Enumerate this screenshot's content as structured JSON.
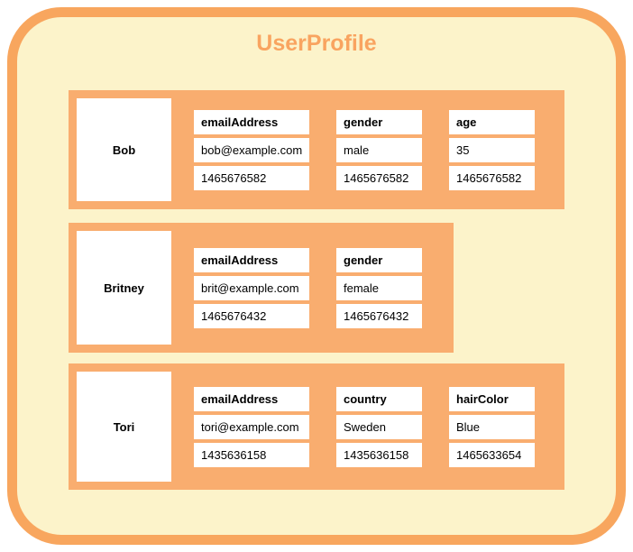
{
  "diagram": {
    "title": "UserProfile",
    "colors": {
      "background": "#FCF3CA",
      "border": "#F8A65E",
      "row_fill": "#F9AD6F",
      "title_text": "#F9A460",
      "cell_bg": "#FFFFFF",
      "text": "#000000"
    },
    "rows": [
      {
        "key": "Bob",
        "columns": [
          {
            "name": "emailAddress",
            "value": "bob@example.com",
            "timestamp": "1465676582"
          },
          {
            "name": "gender",
            "value": "male",
            "timestamp": "1465676582"
          },
          {
            "name": "age",
            "value": "35",
            "timestamp": "1465676582"
          }
        ]
      },
      {
        "key": "Britney",
        "columns": [
          {
            "name": "emailAddress",
            "value": "brit@example.com",
            "timestamp": "1465676432"
          },
          {
            "name": "gender",
            "value": "female",
            "timestamp": "1465676432"
          }
        ]
      },
      {
        "key": "Tori",
        "columns": [
          {
            "name": "emailAddress",
            "value": "tori@example.com",
            "timestamp": "1435636158"
          },
          {
            "name": "country",
            "value": "Sweden",
            "timestamp": "1435636158"
          },
          {
            "name": "hairColor",
            "value": "Blue",
            "timestamp": "1465633654"
          }
        ]
      }
    ]
  }
}
